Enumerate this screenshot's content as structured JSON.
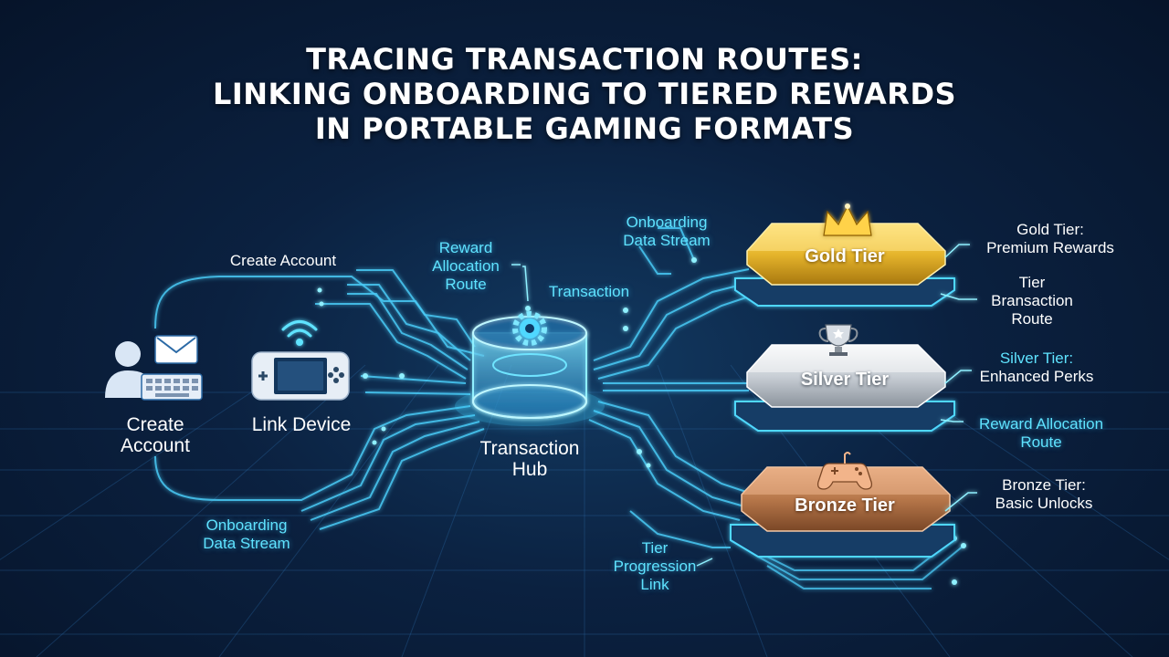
{
  "title": {
    "line1": "TRACING TRANSACTION ROUTES:",
    "line2": "LINKING ONBOARDING TO TIERED REWARDS",
    "line3": "IN PORTABLE GAMING FORMATS"
  },
  "left": {
    "create_account_top": "Create Account",
    "create_account_line1": "Create",
    "create_account_line2": "Account",
    "link_device": "Link Device",
    "onboarding_line1": "Onboarding",
    "onboarding_line2": "Data Stream"
  },
  "center": {
    "reward_line1": "Reward",
    "reward_line2": "Allocation",
    "reward_line3": "Route",
    "transaction": "Transaction",
    "hub_line1": "Transaction",
    "hub_line2": "Hub",
    "onboarding_line1": "Onboarding",
    "onboarding_line2": "Data Stream",
    "progression_line1": "Tier",
    "progression_line2": "Progression",
    "progression_line3": "Link"
  },
  "tiers": {
    "gold": {
      "name": "Gold Tier",
      "desc_line1": "Gold Tier:",
      "desc_line2": "Premium Rewards",
      "route_line1": "Tier",
      "route_line2": "Bransaction",
      "route_line3": "Route",
      "color": "#e6b52c"
    },
    "silver": {
      "name": "Silver Tier",
      "desc_line1": "Silver Tier:",
      "desc_line2": "Enhanced Perks",
      "route_line1": "Reward Allocation",
      "route_line2": "Route",
      "color": "#c9cfd6"
    },
    "bronze": {
      "name": "Bronze Tier",
      "desc_line1": "Bronze Tier:",
      "desc_line2": "Basic Unlocks",
      "color": "#b7774a"
    }
  },
  "icons": {
    "user": "user-icon",
    "mail": "mail-icon",
    "keyboard": "keyboard-icon",
    "wifi": "wifi-icon",
    "console": "handheld-console-icon",
    "gear": "gear-icon",
    "crown": "crown-icon",
    "trophy": "trophy-icon",
    "gamepad": "gamepad-icon"
  },
  "colors": {
    "accent": "#4fd8ff",
    "background": "#0b2140"
  }
}
